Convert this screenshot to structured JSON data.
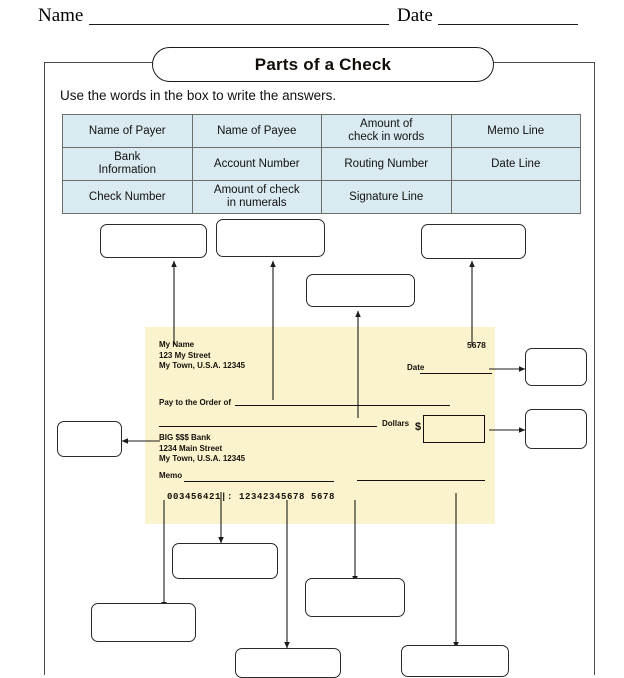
{
  "header": {
    "name_label": "Name",
    "date_label": "Date"
  },
  "title": "Parts of a Check",
  "instruction": "Use the words in the box to write the answers.",
  "word_bank": {
    "rows": [
      [
        "Name of Payer",
        "Name of Payee",
        "Amount of\ncheck in words",
        "Memo Line"
      ],
      [
        "Bank\nInformation",
        "Account Number",
        "Routing Number",
        "Date Line"
      ],
      [
        "Check Number",
        "Amount of check\nin numerals",
        "Signature Line",
        ""
      ]
    ]
  },
  "check": {
    "payer_name": "My Name",
    "payer_street": "123 My Street",
    "payer_city": "My Town, U.S.A. 12345",
    "check_number": "5678",
    "date_label": "Date",
    "pay_to_label": "Pay to the Order of",
    "dollars_label": "Dollars",
    "dollar_sign": "$",
    "bank_name": "BIG $$$ Bank",
    "bank_street": "1234 Main Street",
    "bank_city": "My Town, U.S.A. 12345",
    "memo_label": "Memo",
    "micr_line": "003456421|:  12342345678   5678",
    "background_color": "#fbf3cd"
  },
  "answer_boxes": [
    {
      "name": "answer-box-payer-name",
      "value": ""
    },
    {
      "name": "answer-box-payee-name",
      "value": ""
    },
    {
      "name": "answer-box-amount-in-words",
      "value": ""
    },
    {
      "name": "answer-box-check-number",
      "value": ""
    },
    {
      "name": "answer-box-date-line",
      "value": ""
    },
    {
      "name": "answer-box-amount-in-numerals",
      "value": ""
    },
    {
      "name": "answer-box-bank-information",
      "value": ""
    },
    {
      "name": "answer-box-memo-line",
      "value": ""
    },
    {
      "name": "answer-box-routing-number",
      "value": ""
    },
    {
      "name": "answer-box-account-number",
      "value": ""
    },
    {
      "name": "answer-box-signature-line",
      "value": ""
    },
    {
      "name": "answer-box-extra-bottom",
      "value": ""
    }
  ],
  "colors": {
    "table_cell": "#d9eaf0",
    "check_background": "#fbf3cd",
    "frame_border": "#4a4a4a",
    "ink": "#14100a"
  }
}
